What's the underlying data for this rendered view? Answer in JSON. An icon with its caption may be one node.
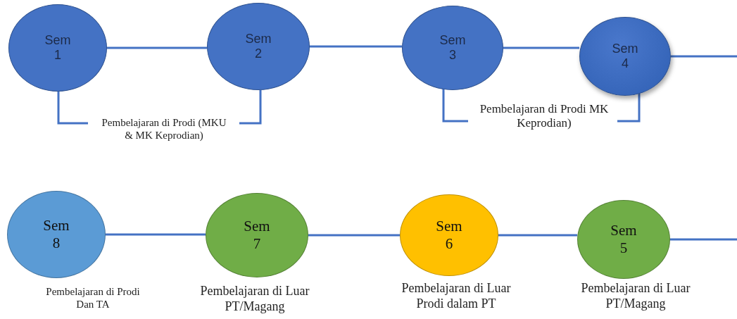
{
  "diagram": {
    "nodes": [
      {
        "text": [
          "Sem 1"
        ]
      },
      {
        "text": [
          "Sem 2"
        ]
      },
      {
        "text": [
          "Sem 3"
        ]
      },
      {
        "text": [
          "Sem 4"
        ]
      },
      {
        "text": [
          "Sem 8"
        ],
        "beside": [
          "Pembelajaran di Prodi Dan TA"
        ]
      },
      {
        "text": [
          "Sem 7"
        ],
        "beside": [
          "Pembelajaran di Luar PT/Magang"
        ]
      },
      {
        "text": [
          "Sem 6"
        ],
        "beside": [
          "Pembelajaran di Luar Prodi dalam PT"
        ]
      },
      {
        "text": [
          "Sem 5"
        ],
        "beside": [
          "Pembelajaran di Luar PT/Magang"
        ]
      }
    ],
    "edges": [
      {
        "from": 0,
        "to": 1,
        "arrow": "none"
      },
      {
        "from": 1,
        "to": 2,
        "arrow": "none"
      },
      {
        "from": 2,
        "to": 3,
        "arrow": "none"
      },
      {
        "from": 3,
        "to": null,
        "arrow": "none"
      },
      {
        "from": 4,
        "to": 5,
        "arrow": "none"
      },
      {
        "from": 5,
        "to": 6,
        "arrow": "none"
      },
      {
        "from": 6,
        "to": 7,
        "arrow": "none"
      },
      {
        "from": 7,
        "to": null,
        "arrow": "none"
      }
    ],
    "labels": [
      "Pembelajaran di Prodi (MKU & MK Keprodian)",
      "Pembelajaran di Prodi MK Keprodian)"
    ]
  }
}
